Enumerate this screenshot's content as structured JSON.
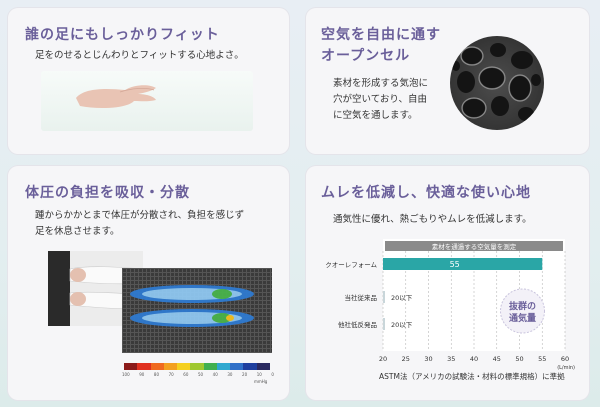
{
  "panels": {
    "fit": {
      "title": "誰の足にもしっかりフィット",
      "text": "足をのせるとじんわりとフィットする心地よさ。"
    },
    "air": {
      "title_line1": "空気を自由に通す",
      "title_line2": "オープンセル",
      "text_lines": [
        "素材を形成する気泡に",
        "穴が空いており、自由",
        "に空気を通します。"
      ]
    },
    "pressure": {
      "title": "体圧の負担を吸収・分散",
      "text_lines": [
        "踵からかかとまで体圧が分散され、負担を感じず",
        "足を休息させます。"
      ],
      "scale_values": [
        "100",
        "90",
        "80",
        "70",
        "60",
        "50",
        "40",
        "30",
        "20",
        "10",
        "0"
      ],
      "scale_unit": "mmHg",
      "scale_colors": [
        "#8b1a1a",
        "#e03020",
        "#f06a20",
        "#f3a020",
        "#f5d020",
        "#a0c830",
        "#40b050",
        "#30a8d0",
        "#3070c8",
        "#1f3f9f",
        "#2a2a60"
      ]
    },
    "breath": {
      "title": "ムレを低減し、快適な使い心地",
      "text": "通気性に優れ、熱ごもりやムレを低減します。",
      "footnote": "ASTM法（アメリカの試験法・材料の標準規格）に準拠"
    }
  },
  "chart_data": {
    "type": "bar",
    "orientation": "horizontal",
    "title": "素材を通過する空気量を測定",
    "categories": [
      "クオーレフォーム",
      "当社従来品",
      "他社低反発品"
    ],
    "values": [
      55,
      20,
      20
    ],
    "value_labels": [
      "55",
      "20以下",
      "20以下"
    ],
    "xlim": [
      20,
      60
    ],
    "xticks": [
      "20",
      "25",
      "30",
      "35",
      "40",
      "45",
      "50",
      "55",
      "60"
    ],
    "xunit": "(L/min)",
    "annotation": [
      "抜群の",
      "通気量"
    ],
    "colors": {
      "highlight": "#2aa6a6",
      "other": "#c9d6da"
    },
    "grid": true
  }
}
